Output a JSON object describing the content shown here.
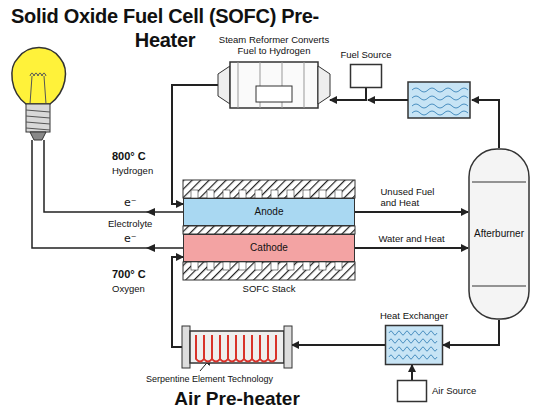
{
  "diagram": {
    "title": "Solid Oxide Fuel Cell (SOFC) Pre-Heater",
    "nodes": [
      {
        "text": [
          "Steam Reformer Converts Fuel to Hydrogen"
        ]
      },
      {
        "text": [
          "Fuel Source"
        ]
      },
      {
        "text": [
          "SOFC Stack"
        ]
      },
      {
        "text": [
          "Anode"
        ],
        "in": 2
      },
      {
        "text": [
          "Cathode"
        ],
        "in": 2
      },
      {
        "text": [
          "Afterburner"
        ]
      },
      {
        "text": [
          "Heat Exchanger"
        ]
      },
      {
        "text": [
          "Air Source"
        ]
      },
      {
        "text": [
          "Air Pre-heater"
        ]
      }
    ],
    "edges": [
      {
        "from": 1,
        "to": 0,
        "arrow": "to"
      },
      {
        "from": 0,
        "to": 3,
        "arrow": "to"
      },
      {
        "from": 3,
        "to": 5,
        "label": "Unused Fuel and Heat",
        "arrow": "to"
      },
      {
        "from": 4,
        "to": 5,
        "label": "Water and Heat",
        "arrow": "to"
      },
      {
        "from": 5,
        "to": 6,
        "arrow": "to"
      },
      {
        "from": 7,
        "to": 6,
        "arrow": "to"
      },
      {
        "from": 6,
        "to": 8,
        "arrow": "to"
      },
      {
        "from": 8,
        "to": 4,
        "arrow": "to"
      }
    ],
    "labels": [
      "800° C",
      "Hydrogen",
      "e⁻",
      "Electrolyte",
      "e⁻",
      "700° C",
      "Oxygen",
      "Serpentine Element Technology"
    ]
  }
}
